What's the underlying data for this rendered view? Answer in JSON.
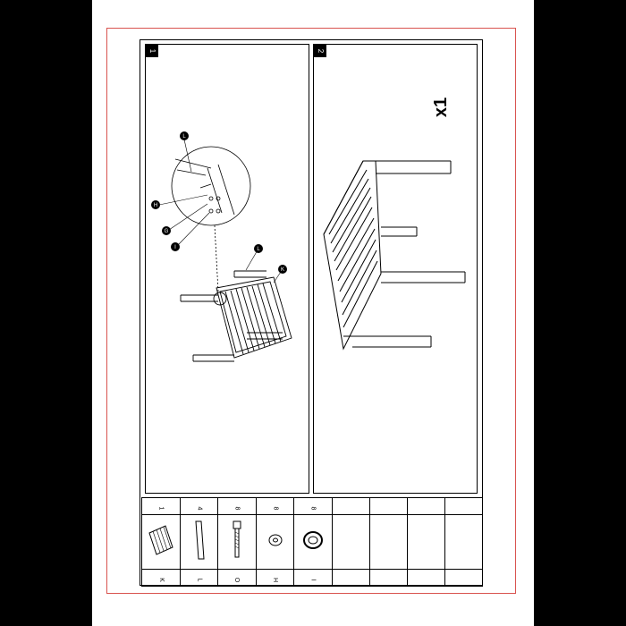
{
  "steps": [
    {
      "number": "1"
    },
    {
      "number": "2",
      "quantity": "x1"
    }
  ],
  "callouts": [
    "L",
    "H",
    "G",
    "I",
    "L",
    "K"
  ],
  "parts": [
    {
      "code": "K",
      "qty": "1",
      "icon": "slatted-panel-icon"
    },
    {
      "code": "L",
      "qty": "4",
      "icon": "leg-icon"
    },
    {
      "code": "O",
      "qty": "8",
      "icon": "bolt-icon"
    },
    {
      "code": "H",
      "qty": "8",
      "icon": "washer-icon"
    },
    {
      "code": "I",
      "qty": "8",
      "icon": "lock-washer-icon"
    },
    {
      "code": "",
      "qty": "",
      "icon": ""
    },
    {
      "code": "",
      "qty": "",
      "icon": ""
    },
    {
      "code": "",
      "qty": "",
      "icon": ""
    },
    {
      "code": "",
      "qty": "",
      "icon": ""
    }
  ]
}
